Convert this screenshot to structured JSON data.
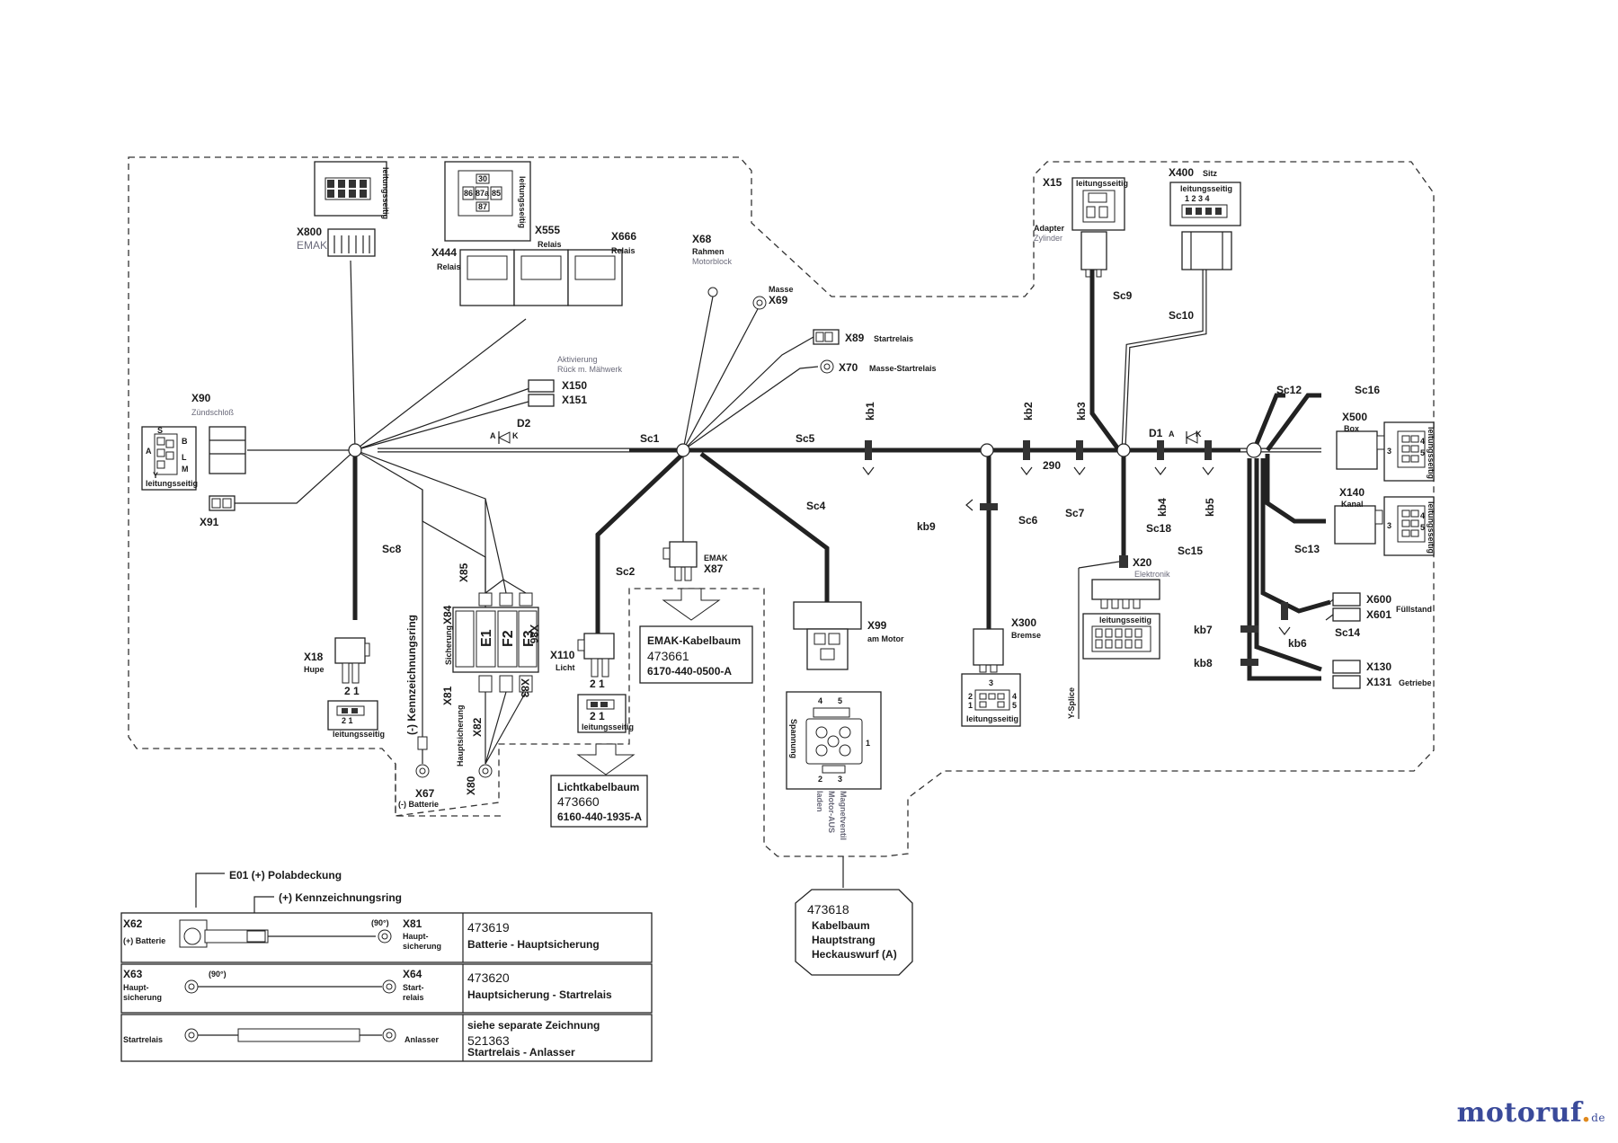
{
  "connectors": {
    "x800": {
      "id": "X800",
      "desc": "EMAK"
    },
    "x444": {
      "id": "X444",
      "desc": "Relais"
    },
    "x555": {
      "id": "X555",
      "desc": "Relais"
    },
    "x666": {
      "id": "X666",
      "desc": "Relais"
    },
    "x68": {
      "id": "X68",
      "desc1": "Rahmen",
      "desc2": "Motorblock"
    },
    "x69": {
      "id": "X69",
      "desc": "Masse"
    },
    "x89": {
      "id": "X89",
      "desc": "Startrelais"
    },
    "x70": {
      "id": "X70",
      "desc": "Masse-Startrelais"
    },
    "x150": {
      "id": "X150"
    },
    "x151": {
      "id": "X151"
    },
    "act": {
      "line1": "Aktivierung",
      "line2": "Rück m. Mähwerk"
    },
    "x90": {
      "id": "X90",
      "desc": "Zündschloß"
    },
    "x91": {
      "id": "X91"
    },
    "x18": {
      "id": "X18",
      "desc": "Hupe"
    },
    "x67": {
      "id": "X67",
      "desc": "(-) Batterie"
    },
    "ring_minus": "(-) Kennzeichnungsring",
    "x84": {
      "id": "X84",
      "desc": "Sicherung"
    },
    "x85": {
      "id": "X85"
    },
    "x86": {
      "id": "X86"
    },
    "x81": {
      "id": "X81"
    },
    "x82": {
      "id": "X82"
    },
    "x83": {
      "id": "X83"
    },
    "x80": {
      "id": "X80",
      "desc": "Hauptsicherung"
    },
    "x110": {
      "id": "X110",
      "desc": "Licht"
    },
    "x87": {
      "id": "X87",
      "desc": "EMAK"
    },
    "x99": {
      "id": "X99",
      "desc": "am Motor"
    },
    "x99_side1": "Magnetventil",
    "x99_side2": "Motor-AUS",
    "x99_side3": "laden",
    "x99_inner": "Spannung",
    "x300": {
      "id": "X300",
      "desc": "Bremse"
    },
    "x15": {
      "id": "X15",
      "desc1": "Adapter",
      "desc2": "Zylinder"
    },
    "x400": {
      "id": "X400",
      "desc": "Sitz"
    },
    "x20": {
      "id": "X20",
      "desc": "Elektronik"
    },
    "x500": {
      "id": "X500",
      "desc": "Box"
    },
    "x140": {
      "id": "X140",
      "desc": "Kanal"
    },
    "x600": {
      "id": "X600",
      "desc": "Füllstand"
    },
    "x601": {
      "id": "X601"
    },
    "x130": {
      "id": "X130"
    },
    "x131": {
      "id": "X131",
      "desc": "Getriebe"
    },
    "ysplice": "Y-Splice",
    "ls": "leitungsseitig",
    "pins21": "2  1",
    "pins1234": "1  2  3  4"
  },
  "cables": {
    "sc1": "Sc1",
    "sc2": "Sc2",
    "sc4": "Sc4",
    "sc5": "Sc5",
    "sc6": "Sc6",
    "sc7": "Sc7",
    "sc8": "Sc8",
    "sc9": "Sc9",
    "sc10": "Sc10",
    "sc12": "Sc12",
    "sc13": "Sc13",
    "sc14": "Sc14",
    "sc15": "Sc15",
    "sc16": "Sc16",
    "sc18": "Sc18",
    "kb1": "kb1",
    "kb2": "kb2",
    "kb3": "kb3",
    "kb4": "kb4",
    "kb5": "kb5",
    "kb6": "kb6",
    "kb7": "kb7",
    "kb8": "kb8",
    "kb9": "kb9",
    "d1": "D1",
    "d2": "D2",
    "a": "A",
    "k": "K",
    "len290": "290"
  },
  "fuses": {
    "e1": "E1",
    "f2": "F2",
    "f3": "F3"
  },
  "ign": {
    "s": "S",
    "b": "B",
    "a": "A",
    "l": "L",
    "y": "Y",
    "m": "M"
  },
  "relay_pins": {
    "p30": "30",
    "p87a": "87a",
    "p86": "86",
    "p85": "85",
    "p87": "87"
  },
  "x99_pins": {
    "p4": "4",
    "p5": "5",
    "p1": "1",
    "p2": "2",
    "p3": "3"
  },
  "x300_pins": {
    "p3": "3",
    "p2": "2",
    "p1": "1",
    "p4": "4",
    "p5": "5"
  },
  "x500_pins": {
    "p3": "3",
    "p4": "4",
    "p5": "5"
  },
  "x140_pins": {
    "p3": "3",
    "p4": "4",
    "p5": "5"
  },
  "emak_box": {
    "title": "EMAK-Kabelbaum",
    "number": "473661",
    "code": "6170-440-0500-A"
  },
  "licht_box": {
    "title": "Lichtkabelbaum",
    "number": "473660",
    "code": "6160-440-1935-A"
  },
  "main_box": {
    "number": "473618",
    "line1": "Kabelbaum",
    "line2": "Hauptstrang",
    "line3": "Heckauswurf (A)"
  },
  "legend": {
    "e01": "E01 (+) Polabdeckung",
    "ring_plus": "(+) Kennzeichnungsring",
    "deg90": "(90°)",
    "r1": {
      "left_id": "X62",
      "left_desc": "(+) Batterie",
      "right_id": "X81",
      "right_desc1": "Haupt-",
      "right_desc2": "sicherung",
      "number": "473619",
      "title": "Batterie - Hauptsicherung"
    },
    "r2": {
      "left_id": "X63",
      "left_desc1": "Haupt-",
      "left_desc2": "sicherung",
      "right_id": "X64",
      "right_desc1": "Start-",
      "right_desc2": "relais",
      "number": "473620",
      "title": "Hauptsicherung - Startrelais"
    },
    "r3": {
      "left_desc": "Startrelais",
      "right_desc": "Anlasser",
      "note": "siehe separate Zeichnung",
      "number": "521363",
      "title": "Startrelais - Anlasser"
    }
  },
  "logo": {
    "main": "motoruf",
    "dot": ".",
    "tld": "de"
  },
  "colors": {
    "line": "#222222",
    "accent_gray": "#6a6a7a",
    "logo_blue": "#3a4a9a",
    "logo_orange": "#e08a1e"
  }
}
